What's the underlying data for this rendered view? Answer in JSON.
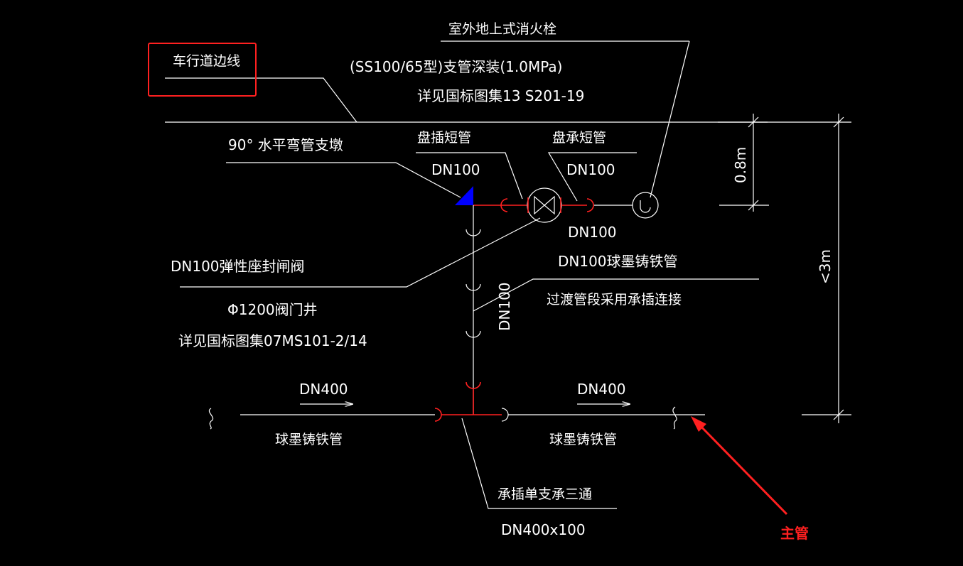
{
  "labels": {
    "hydrant_title": "室外地上式消火栓",
    "hydrant_model": "(SS100/65型)支管深装(1.0MPa)",
    "hydrant_ref": "详见国标图集13 S201-19",
    "road_edge": "车行道边线",
    "elbow_support": "90° 水平弯管支墩",
    "flange_spigot": "盘插短管",
    "flange_spigot_size": "DN100",
    "flange_socket": "盘承短管",
    "flange_socket_size": "DN100",
    "valve_size_below": "DN100",
    "branch_material": "DN100球墨铸铁管",
    "transition_note": "过渡管段采用承插连接",
    "gate_valve": "DN100弹性座封闸阀",
    "valve_well": "Φ1200阀门井",
    "valve_well_ref": "详见国标图集07MS101-2/14",
    "branch_vertical_size": "DN100",
    "main_left_size": "DN400",
    "main_right_size": "DN400",
    "main_left_material": "球墨铸铁管",
    "main_right_material": "球墨铸铁管",
    "tee_name": "承插单支承三通",
    "tee_size": "DN400x100",
    "dim_depth": "0.8m",
    "dim_distance": "<3m",
    "annotation_main_pipe": "主管"
  },
  "colors": {
    "background": "#000000",
    "lines": "#ffffff",
    "pipe_fittings": "#ff2020",
    "elbow_support": "#0000ff",
    "highlight_box": "#ff2020",
    "annotation": "#ff2020"
  }
}
